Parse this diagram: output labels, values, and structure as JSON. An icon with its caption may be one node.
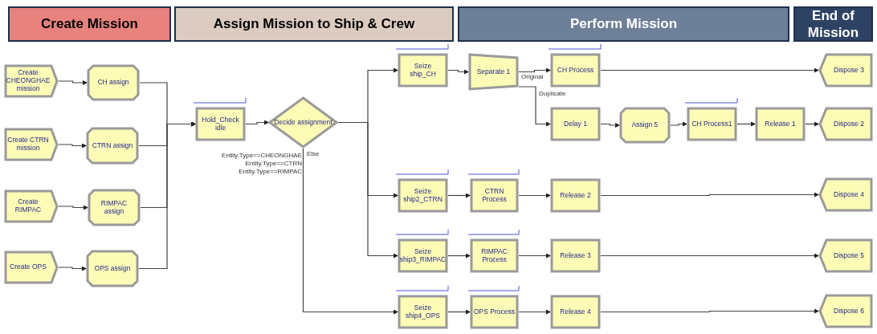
{
  "diagram": {
    "nodes": [
      {
        "text": [
          "Create Mission"
        ]
      },
      {
        "text": [
          "Assign Mission to Ship & Crew"
        ]
      },
      {
        "text": [
          "Perform Mission"
        ]
      },
      {
        "text": [
          "End of Mission"
        ]
      },
      {
        "text": [
          "Create CHEONGHAE mission"
        ]
      },
      {
        "text": [
          "CH assign"
        ]
      },
      {
        "text": [
          "Create CTRN mission"
        ]
      },
      {
        "text": [
          "CTRN assign"
        ]
      },
      {
        "text": [
          "Create RIMPAC"
        ]
      },
      {
        "text": [
          "RIMPAC assign"
        ]
      },
      {
        "text": [
          "Create OPS"
        ]
      },
      {
        "text": [
          "OPS assign"
        ]
      },
      {
        "text": [
          "Hold_Check idle"
        ]
      },
      {
        "text": [
          "Decide assignment"
        ]
      },
      {
        "text": [
          "Seize ship_CH"
        ]
      },
      {
        "text": [
          "Separate 1"
        ]
      },
      {
        "text": [
          "CH Process"
        ]
      },
      {
        "text": [
          "Dispose 3"
        ]
      },
      {
        "text": [
          "Delay 1"
        ]
      },
      {
        "text": [
          "Assign 5"
        ]
      },
      {
        "text": [
          "CH Process1"
        ]
      },
      {
        "text": [
          "Release 1"
        ]
      },
      {
        "text": [
          "Dispose 2"
        ]
      },
      {
        "text": [
          "Seize ship2_CTRN"
        ]
      },
      {
        "text": [
          "CTRN Process"
        ]
      },
      {
        "text": [
          "Release 2"
        ]
      },
      {
        "text": [
          "Dispose 4"
        ]
      },
      {
        "text": [
          "Seize ship3_RIMPAC"
        ]
      },
      {
        "text": [
          "RIMPAC Process"
        ]
      },
      {
        "text": [
          "Release 3"
        ]
      },
      {
        "text": [
          "Dispose 5"
        ]
      },
      {
        "text": [
          "Seize ship4_OPS"
        ]
      },
      {
        "text": [
          "OPS Process"
        ]
      },
      {
        "text": [
          "Release 4"
        ]
      },
      {
        "text": [
          "Dispose 6"
        ]
      }
    ],
    "edges": [
      {
        "from": 4,
        "to": 5,
        "arrow": "to"
      },
      {
        "from": 6,
        "to": 7,
        "arrow": "to"
      },
      {
        "from": 8,
        "to": 9,
        "arrow": "to"
      },
      {
        "from": 10,
        "to": 11,
        "arrow": "to"
      },
      {
        "from": 5,
        "to": 12,
        "arrow": "to"
      },
      {
        "from": 7,
        "to": 12,
        "arrow": "to"
      },
      {
        "from": 9,
        "to": 12,
        "arrow": "to"
      },
      {
        "from": 11,
        "to": 12,
        "arrow": "to"
      },
      {
        "from": 12,
        "to": 13,
        "arrow": "to"
      },
      {
        "from": 13,
        "to": 14,
        "arrow": "to"
      },
      {
        "from": 13,
        "to": 23,
        "arrow": "to"
      },
      {
        "from": 13,
        "to": 27,
        "arrow": "to"
      },
      {
        "from": 13,
        "to": 31,
        "arrow": "to"
      },
      {
        "from": 14,
        "to": 15,
        "arrow": "to"
      },
      {
        "from": 15,
        "to": 16,
        "arrow": "to",
        "label": "Original"
      },
      {
        "from": 15,
        "to": 18,
        "arrow": "to",
        "label": "Duplicate"
      },
      {
        "from": 16,
        "to": 17,
        "arrow": "to"
      },
      {
        "from": 18,
        "to": 19,
        "arrow": "to"
      },
      {
        "from": 19,
        "to": 20,
        "arrow": "to"
      },
      {
        "from": 20,
        "to": 21,
        "arrow": "to"
      },
      {
        "from": 21,
        "to": 22,
        "arrow": "to"
      },
      {
        "from": 23,
        "to": 24,
        "arrow": "to"
      },
      {
        "from": 24,
        "to": 25,
        "arrow": "to"
      },
      {
        "from": 25,
        "to": 26,
        "arrow": "to"
      },
      {
        "from": 27,
        "to": 28,
        "arrow": "to"
      },
      {
        "from": 28,
        "to": 29,
        "arrow": "to"
      },
      {
        "from": 29,
        "to": 30,
        "arrow": "to"
      },
      {
        "from": 31,
        "to": 32,
        "arrow": "to"
      },
      {
        "from": 32,
        "to": 33,
        "arrow": "to"
      },
      {
        "from": 33,
        "to": 34,
        "arrow": "to"
      }
    ],
    "labels": [
      "Else",
      "Entity.Type==CHEONGHAE",
      "Entity.Type==CTRN",
      "Entity.Type==RIMPAC"
    ]
  }
}
